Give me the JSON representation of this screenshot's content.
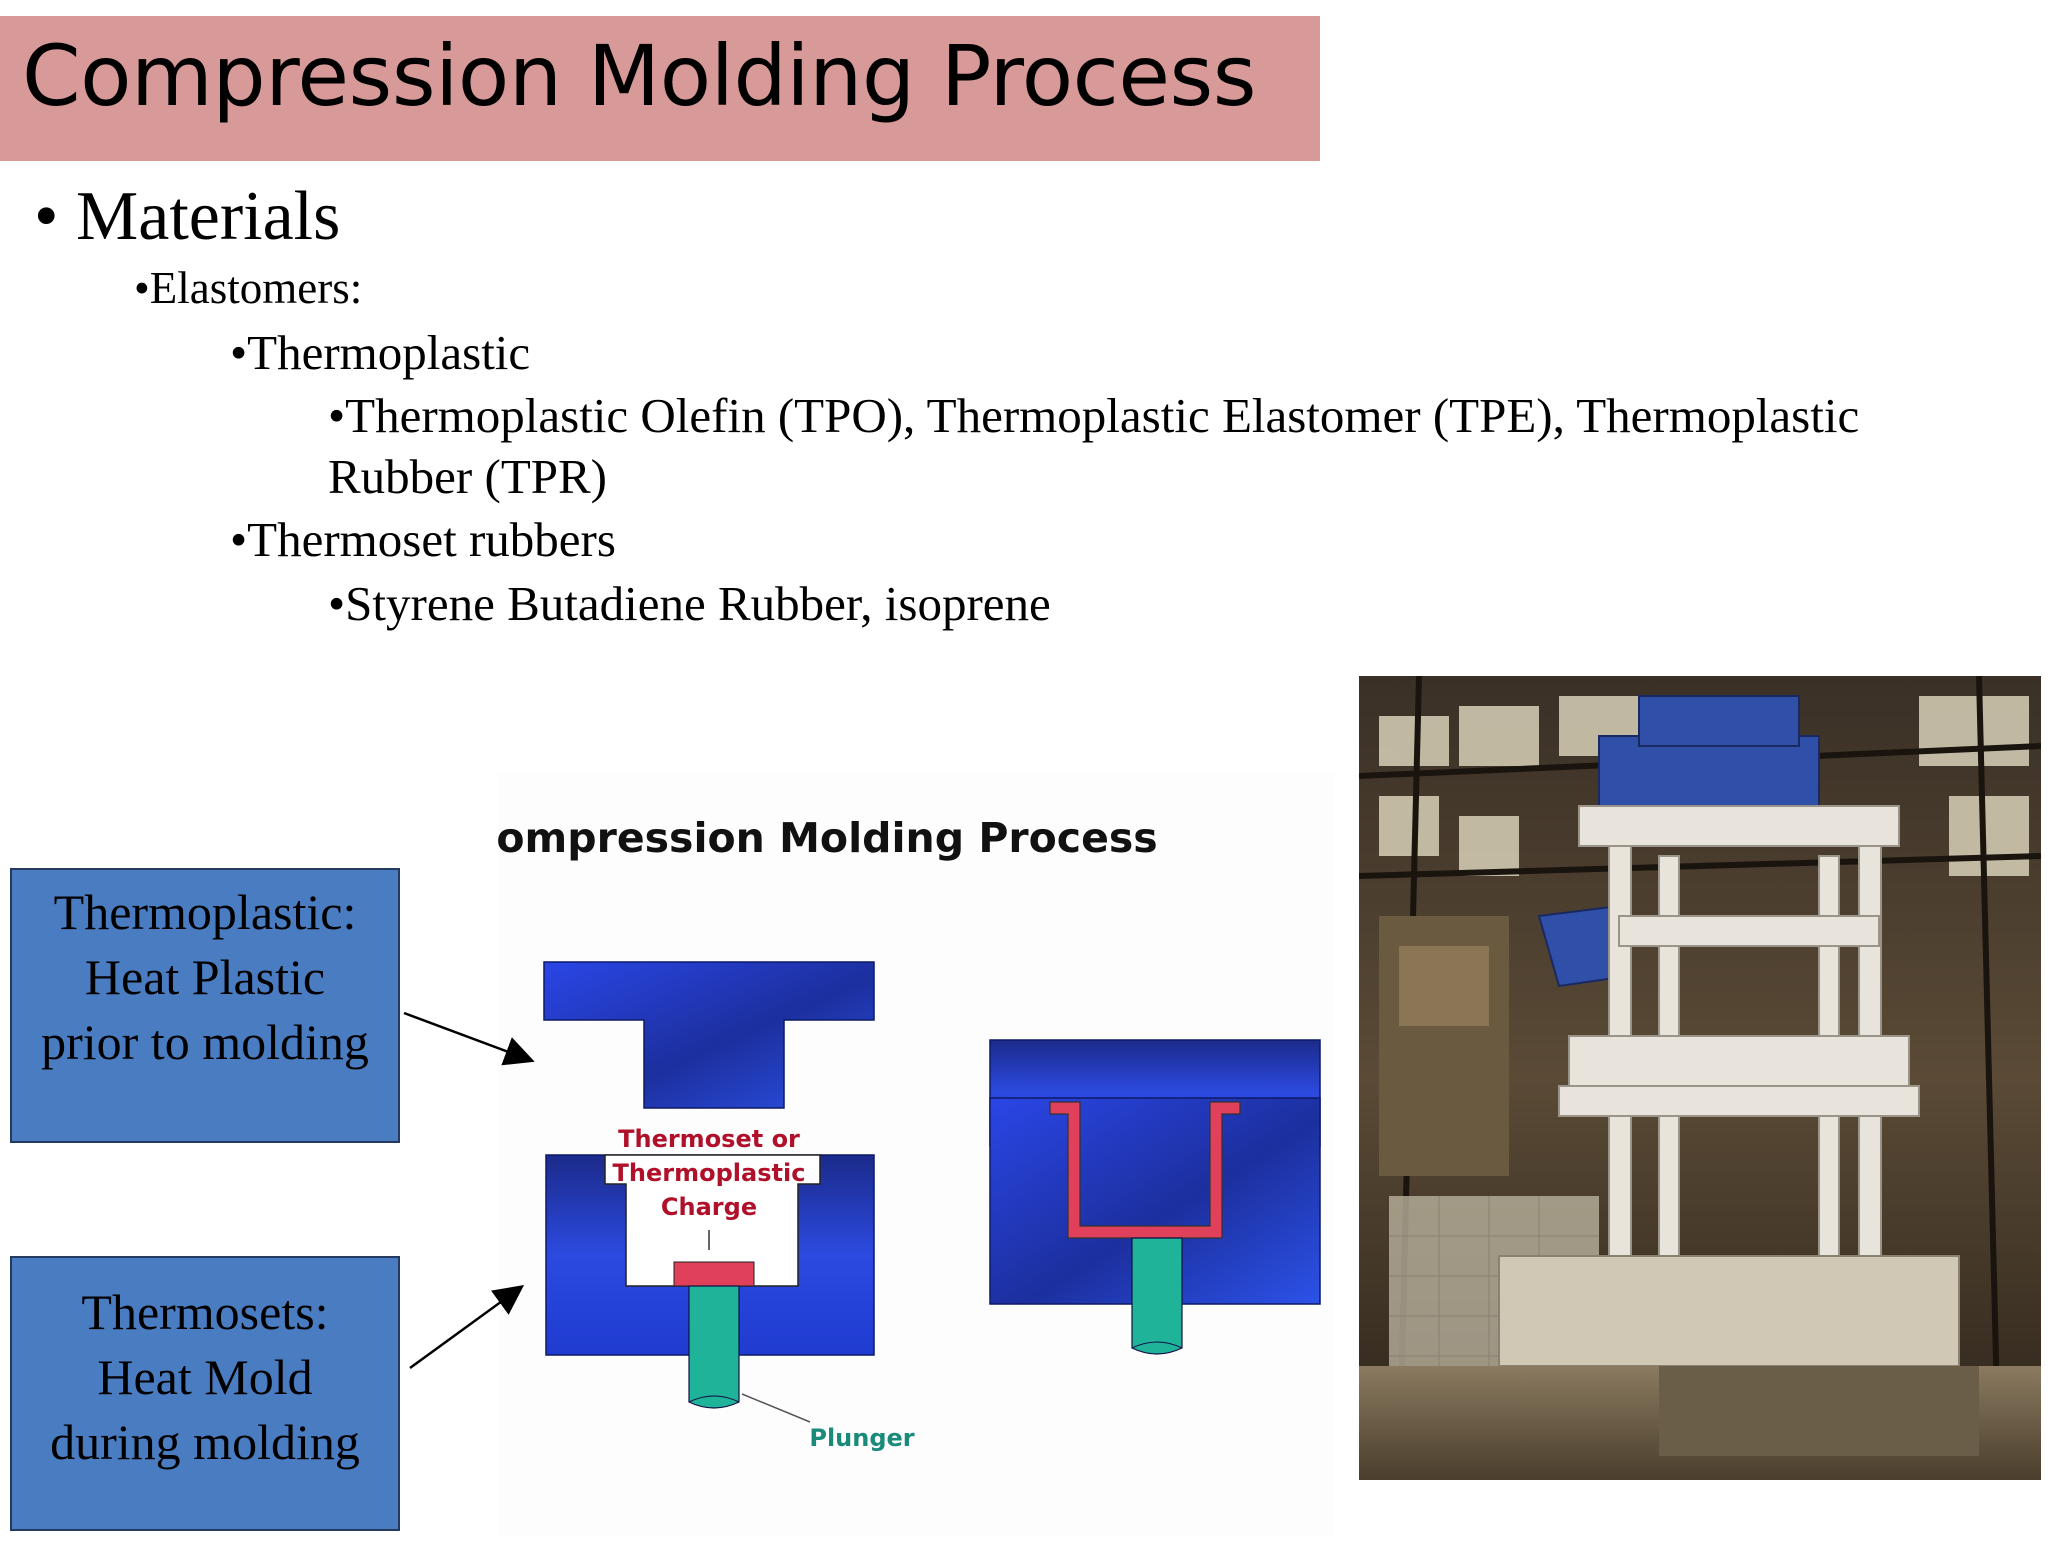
{
  "title": "Compression Molding Process",
  "bullets": {
    "materials": "• Materials",
    "elastomers": "•Elastomers:",
    "thermoplastic": "•Thermoplastic",
    "thermoplastic_examples_line1": "•Thermoplastic Olefin (TPO), Thermoplastic Elastomer (TPE), Thermoplastic",
    "thermoplastic_examples_line2": "Rubber (TPR)",
    "thermoset": "•Thermoset rubbers",
    "thermoset_examples": "•Styrene Butadiene Rubber, isoprene"
  },
  "callouts": {
    "thermoplastic": [
      "Thermoplastic:",
      "Heat Plastic",
      "prior to molding"
    ],
    "thermosets": [
      "Thermosets:",
      "Heat Mold",
      "during molding"
    ]
  },
  "diagram": {
    "title": "Compression Molding Process",
    "charge_label": [
      "Thermoset or",
      "Thermoplastic",
      "Charge"
    ],
    "plunger_label": "Plunger"
  },
  "colors": {
    "title_bar": "#d89a98",
    "callout_fill": "#4a7cc1",
    "mold_blue": "#1f3fd6",
    "charge_red": "#e0405a",
    "plunger_teal": "#1fb39a",
    "label_red": "#b0102a",
    "label_teal": "#1a8a7a"
  }
}
